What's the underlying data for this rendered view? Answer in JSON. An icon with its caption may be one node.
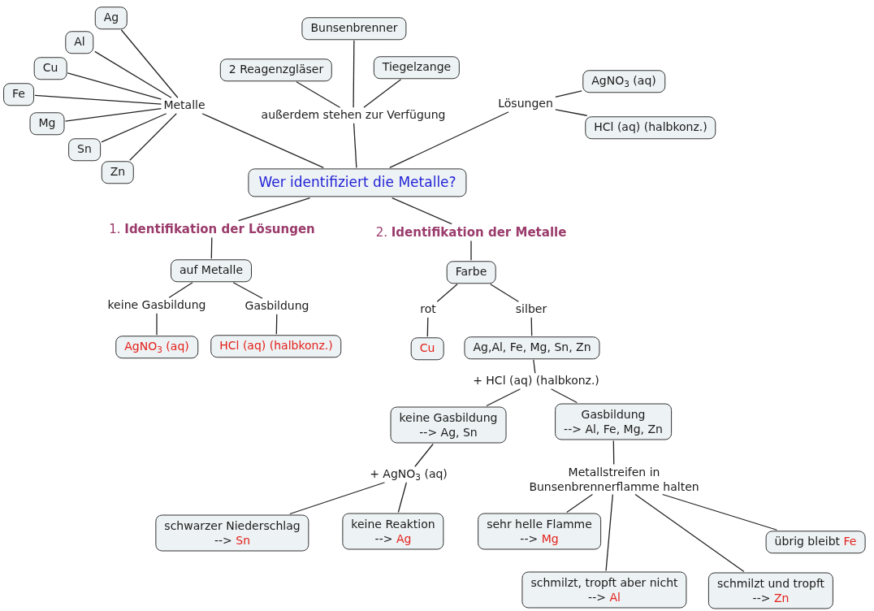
{
  "diagram": {
    "nodes": [
      {
        "text": [
          "Ag"
        ]
      },
      {
        "text": [
          "Al"
        ]
      },
      {
        "text": [
          "Cu"
        ]
      },
      {
        "text": [
          "Fe"
        ]
      },
      {
        "text": [
          "Mg"
        ]
      },
      {
        "text": [
          "Sn"
        ]
      },
      {
        "text": [
          "Zn"
        ]
      },
      {
        "text": [
          "Metalle"
        ]
      },
      {
        "text": [
          "Bunsenbrenner"
        ]
      },
      {
        "text": [
          "2 Reagenzgläser"
        ]
      },
      {
        "text": [
          "Tiegelzange"
        ]
      },
      {
        "text": [
          "außerdem stehen zur Verfügung"
        ]
      },
      {
        "text": [
          "Lösungen"
        ]
      },
      {
        "text": [
          "AgNO$_{3}$ (aq)"
        ]
      },
      {
        "text": [
          "HCl (aq) (halbkonz.)"
        ]
      },
      {
        "text": [
          "Wer identifiziert die Metalle?"
        ]
      },
      {
        "text": [
          "1. **Identifikation der Lösungen**"
        ]
      },
      {
        "text": [
          "2. **Identifikation der Metalle**"
        ]
      },
      {
        "text": [
          "auf Metalle"
        ]
      },
      {
        "text": [
          "keine Gasbildung"
        ]
      },
      {
        "text": [
          "Gasbildung"
        ]
      },
      {
        "text": [
          "AgNO$_{3}$ (aq)"
        ]
      },
      {
        "text": [
          "HCl (aq) (halbkonz.)"
        ]
      },
      {
        "text": [
          "Farbe"
        ]
      },
      {
        "text": [
          "rot"
        ]
      },
      {
        "text": [
          "silber"
        ]
      },
      {
        "text": [
          "Cu"
        ]
      },
      {
        "text": [
          "Ag,Al, Fe, Mg, Sn, Zn"
        ]
      },
      {
        "text": [
          "+ HCl (aq) (halbkonz.)"
        ]
      },
      {
        "text": [
          "keine Gasbildung",
          "--> Ag, Sn"
        ]
      },
      {
        "text": [
          "Gasbildung",
          "--> Al, Fe, Mg, Zn"
        ]
      },
      {
        "text": [
          "+ AgNO$_{3}$ (aq)"
        ]
      },
      {
        "text": [
          "Metallstreifen in Bunsenbrennerflamme halten"
        ]
      },
      {
        "text": [
          "schwarzer Niederschlag",
          "--> Sn"
        ]
      },
      {
        "text": [
          "keine Reaktion",
          "--> Ag"
        ]
      },
      {
        "text": [
          "sehr helle Flamme",
          "--> Mg"
        ]
      },
      {
        "text": [
          "übrig bleibt Fe"
        ]
      },
      {
        "text": [
          "schmilzt, tropft aber nicht",
          "--> Al"
        ]
      },
      {
        "text": [
          "schmilzt und tropft",
          "--> Zn"
        ]
      }
    ],
    "edges": [
      {
        "from": 7,
        "to": 0,
        "arrow": "none"
      },
      {
        "from": 7,
        "to": 1,
        "arrow": "none"
      },
      {
        "from": 7,
        "to": 2,
        "arrow": "none"
      },
      {
        "from": 7,
        "to": 3,
        "arrow": "none"
      },
      {
        "from": 7,
        "to": 4,
        "arrow": "none"
      },
      {
        "from": 7,
        "to": 5,
        "arrow": "none"
      },
      {
        "from": 7,
        "to": 6,
        "arrow": "none"
      },
      {
        "from": 15,
        "to": 7,
        "arrow": "none"
      },
      {
        "from": 15,
        "to": 11,
        "arrow": "none"
      },
      {
        "from": 11,
        "to": 9,
        "arrow": "none"
      },
      {
        "from": 11,
        "to": 8,
        "arrow": "none"
      },
      {
        "from": 11,
        "to": 10,
        "arrow": "none"
      },
      {
        "from": 15,
        "to": 12,
        "arrow": "none"
      },
      {
        "from": 12,
        "to": 13,
        "arrow": "none"
      },
      {
        "from": 12,
        "to": 14,
        "arrow": "none"
      },
      {
        "from": 15,
        "to": 16,
        "arrow": "none"
      },
      {
        "from": 15,
        "to": 17,
        "arrow": "none"
      },
      {
        "from": 16,
        "to": 18,
        "arrow": "none"
      },
      {
        "from": 18,
        "to": 19,
        "arrow": "none"
      },
      {
        "from": 18,
        "to": 20,
        "arrow": "none"
      },
      {
        "from": 19,
        "to": 21,
        "arrow": "none"
      },
      {
        "from": 20,
        "to": 22,
        "arrow": "none"
      },
      {
        "from": 17,
        "to": 23,
        "arrow": "none"
      },
      {
        "from": 23,
        "to": 24,
        "arrow": "none"
      },
      {
        "from": 23,
        "to": 25,
        "arrow": "none"
      },
      {
        "from": 24,
        "to": 26,
        "arrow": "none"
      },
      {
        "from": 25,
        "to": 27,
        "arrow": "none"
      },
      {
        "from": 27,
        "to": 28,
        "arrow": "none"
      },
      {
        "from": 28,
        "to": 29,
        "arrow": "none"
      },
      {
        "from": 28,
        "to": 30,
        "arrow": "none"
      },
      {
        "from": 29,
        "to": 31,
        "arrow": "none"
      },
      {
        "from": 31,
        "to": 33,
        "arrow": "none"
      },
      {
        "from": 31,
        "to": 34,
        "arrow": "none"
      },
      {
        "from": 30,
        "to": 32,
        "arrow": "none"
      },
      {
        "from": 32,
        "to": 35,
        "arrow": "none"
      },
      {
        "from": 32,
        "to": 37,
        "arrow": "none"
      },
      {
        "from": 32,
        "to": 38,
        "arrow": "none"
      },
      {
        "from": 32,
        "to": 36,
        "arrow": "none"
      }
    ]
  }
}
